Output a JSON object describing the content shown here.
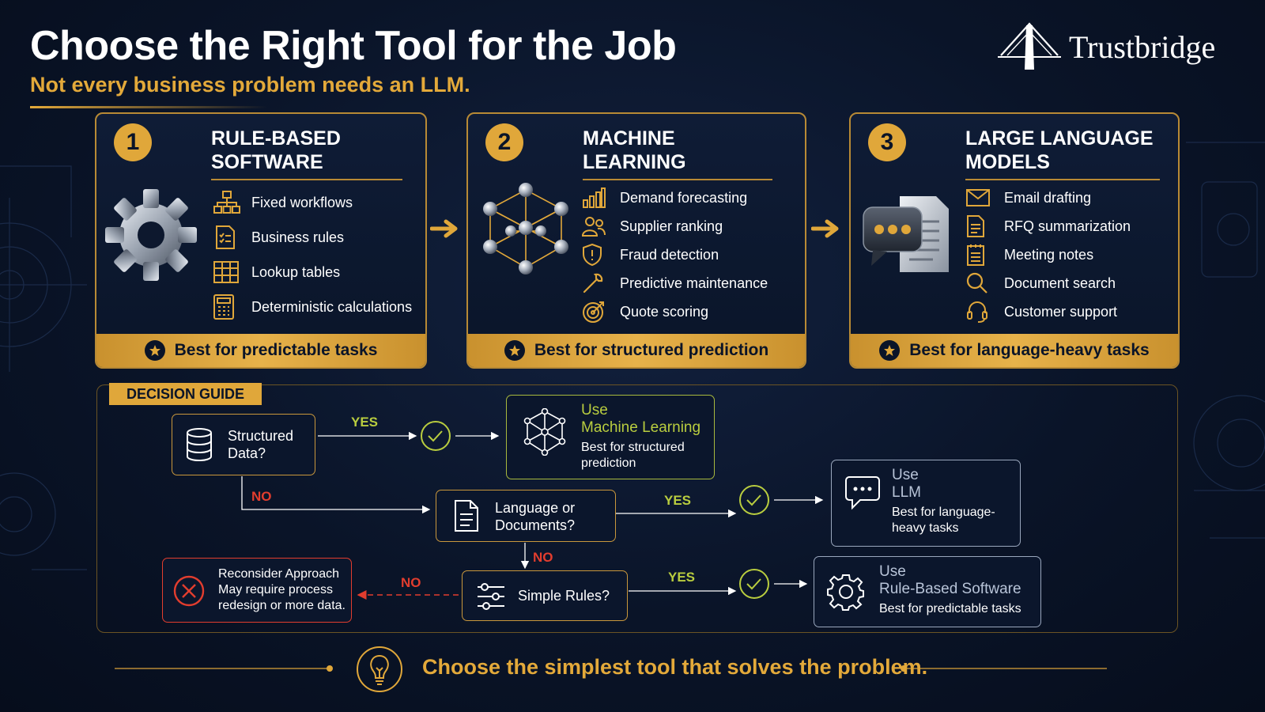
{
  "header": {
    "title": "Choose the Right Tool for the Job",
    "subtitle": "Not every business problem needs an LLM.",
    "brand": "Trustbridge"
  },
  "colors": {
    "gold": "#e0a73a",
    "navy": "#0a1428",
    "yes_green": "#b9cd3f",
    "no_red": "#e23d2e"
  },
  "cards": [
    {
      "number": "1",
      "title": "RULE-BASED\nSOFTWARE",
      "illustration": "gear-icon",
      "items": [
        {
          "icon": "org-chart-icon",
          "label": "Fixed workflows"
        },
        {
          "icon": "checklist-icon",
          "label": "Business rules"
        },
        {
          "icon": "table-icon",
          "label": "Lookup tables"
        },
        {
          "icon": "calculator-icon",
          "label": "Deterministic calculations"
        }
      ],
      "footer": "Best for predictable tasks"
    },
    {
      "number": "2",
      "title": "MACHINE\nLEARNING",
      "illustration": "network-icon",
      "items": [
        {
          "icon": "bar-chart-icon",
          "label": "Demand forecasting"
        },
        {
          "icon": "users-icon",
          "label": "Supplier ranking"
        },
        {
          "icon": "shield-icon",
          "label": "Fraud detection"
        },
        {
          "icon": "wrench-icon",
          "label": "Predictive maintenance"
        },
        {
          "icon": "target-icon",
          "label": "Quote scoring"
        }
      ],
      "footer": "Best for structured prediction"
    },
    {
      "number": "3",
      "title": "LARGE LANGUAGE\nMODELS",
      "illustration": "chat-document-icon",
      "items": [
        {
          "icon": "envelope-icon",
          "label": "Email drafting"
        },
        {
          "icon": "document-icon",
          "label": "RFQ summarization"
        },
        {
          "icon": "notepad-icon",
          "label": "Meeting notes"
        },
        {
          "icon": "search-icon",
          "label": "Document search"
        },
        {
          "icon": "headset-icon",
          "label": "Customer support"
        }
      ],
      "footer": "Best for language-heavy tasks"
    }
  ],
  "guide": {
    "tag": "DECISION GUIDE",
    "q_structured": "Structured\nData?",
    "q_language": "Language or\nDocuments?",
    "q_rules": "Simple Rules?",
    "yes": "YES",
    "no": "NO",
    "ml": {
      "use": "Use",
      "name": "Machine Learning",
      "desc": "Best for structured\nprediction"
    },
    "llm": {
      "use": "Use",
      "name": "LLM",
      "desc": "Best for language-\nheavy tasks"
    },
    "rules": {
      "use": "Use",
      "name": "Rule-Based Software",
      "desc": "Best for predictable tasks"
    },
    "reconsider": {
      "title": "Reconsider Approach",
      "desc": "May require process\nredesign or more data."
    }
  },
  "footer": {
    "tagline": "Choose the simplest tool that solves the problem."
  }
}
